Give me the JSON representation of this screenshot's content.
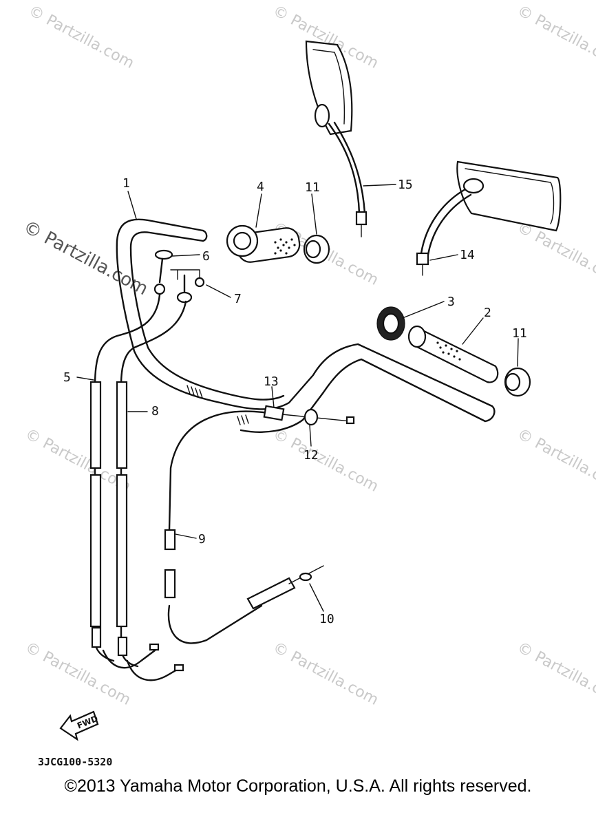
{
  "diagram": {
    "part_code": "3JCG100-5320",
    "fwd_label": "FWD",
    "watermark_text": "© Partzilla.com",
    "callouts": [
      {
        "id": "1",
        "label": "1"
      },
      {
        "id": "2",
        "label": "2"
      },
      {
        "id": "3",
        "label": "3"
      },
      {
        "id": "4",
        "label": "4"
      },
      {
        "id": "5",
        "label": "5"
      },
      {
        "id": "6",
        "label": "6"
      },
      {
        "id": "7",
        "label": "7"
      },
      {
        "id": "8",
        "label": "8"
      },
      {
        "id": "9",
        "label": "9"
      },
      {
        "id": "10",
        "label": "10"
      },
      {
        "id": "11a",
        "label": "11"
      },
      {
        "id": "11b",
        "label": "11"
      },
      {
        "id": "12",
        "label": "12"
      },
      {
        "id": "13",
        "label": "13"
      },
      {
        "id": "14",
        "label": "14"
      },
      {
        "id": "15",
        "label": "15"
      }
    ]
  },
  "footer": {
    "copyright": "©2013 Yamaha Motor Corporation, U.S.A. All rights reserved."
  }
}
